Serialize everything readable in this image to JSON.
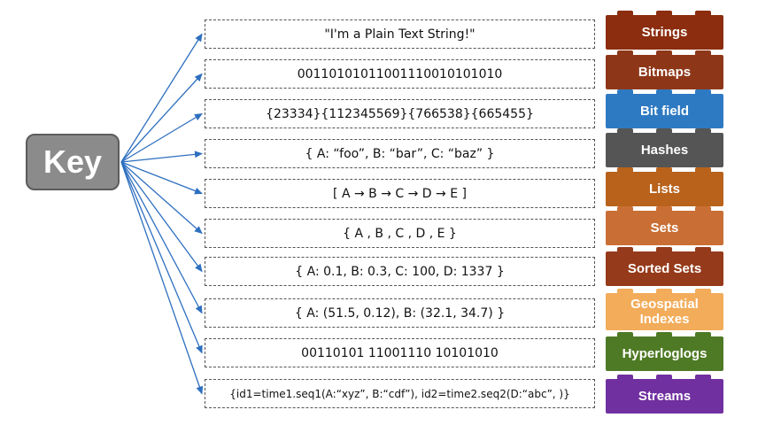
{
  "key": {
    "label": "Key"
  },
  "rows": [
    {
      "value": "\"I'm a Plain Text String!\"",
      "type": "Strings",
      "color": "#8b2d0e"
    },
    {
      "value": "00110101011001110010101010",
      "type": "Bitmaps",
      "color": "#8e3718"
    },
    {
      "value": "{23334}{112345569}{766538}{665455}",
      "type": "Bit field",
      "color": "#2e7ac2"
    },
    {
      "value": "{ A: “foo”, B: “bar”, C: “baz”  }",
      "type": "Hashes",
      "color": "#555555"
    },
    {
      "value": "[ A → B → C → D → E ]",
      "type": "Lists",
      "color": "#b8621b"
    },
    {
      "value": "{  A , B , C , D , E  }",
      "type": "Sets",
      "color": "#c96f35"
    },
    {
      "value": "{ A: 0.1, B: 0.3, C: 100, D: 1337 }",
      "type": "Sorted Sets",
      "color": "#953a1a"
    },
    {
      "value": "{ A: (51.5, 0.12), B: (32.1, 34.7)  }",
      "type": "Geospatial Indexes",
      "color": "#f2ac5a"
    },
    {
      "value": "00110101 11001110 10101010",
      "type": "Hyperloglogs",
      "color": "#4f7a25"
    },
    {
      "value": "{id1=time1.seq1(A:“xyz”, B:“cdf”), id2=time2.seq2(D:“abc”, )}",
      "type": "Streams",
      "color": "#7030a0"
    }
  ]
}
